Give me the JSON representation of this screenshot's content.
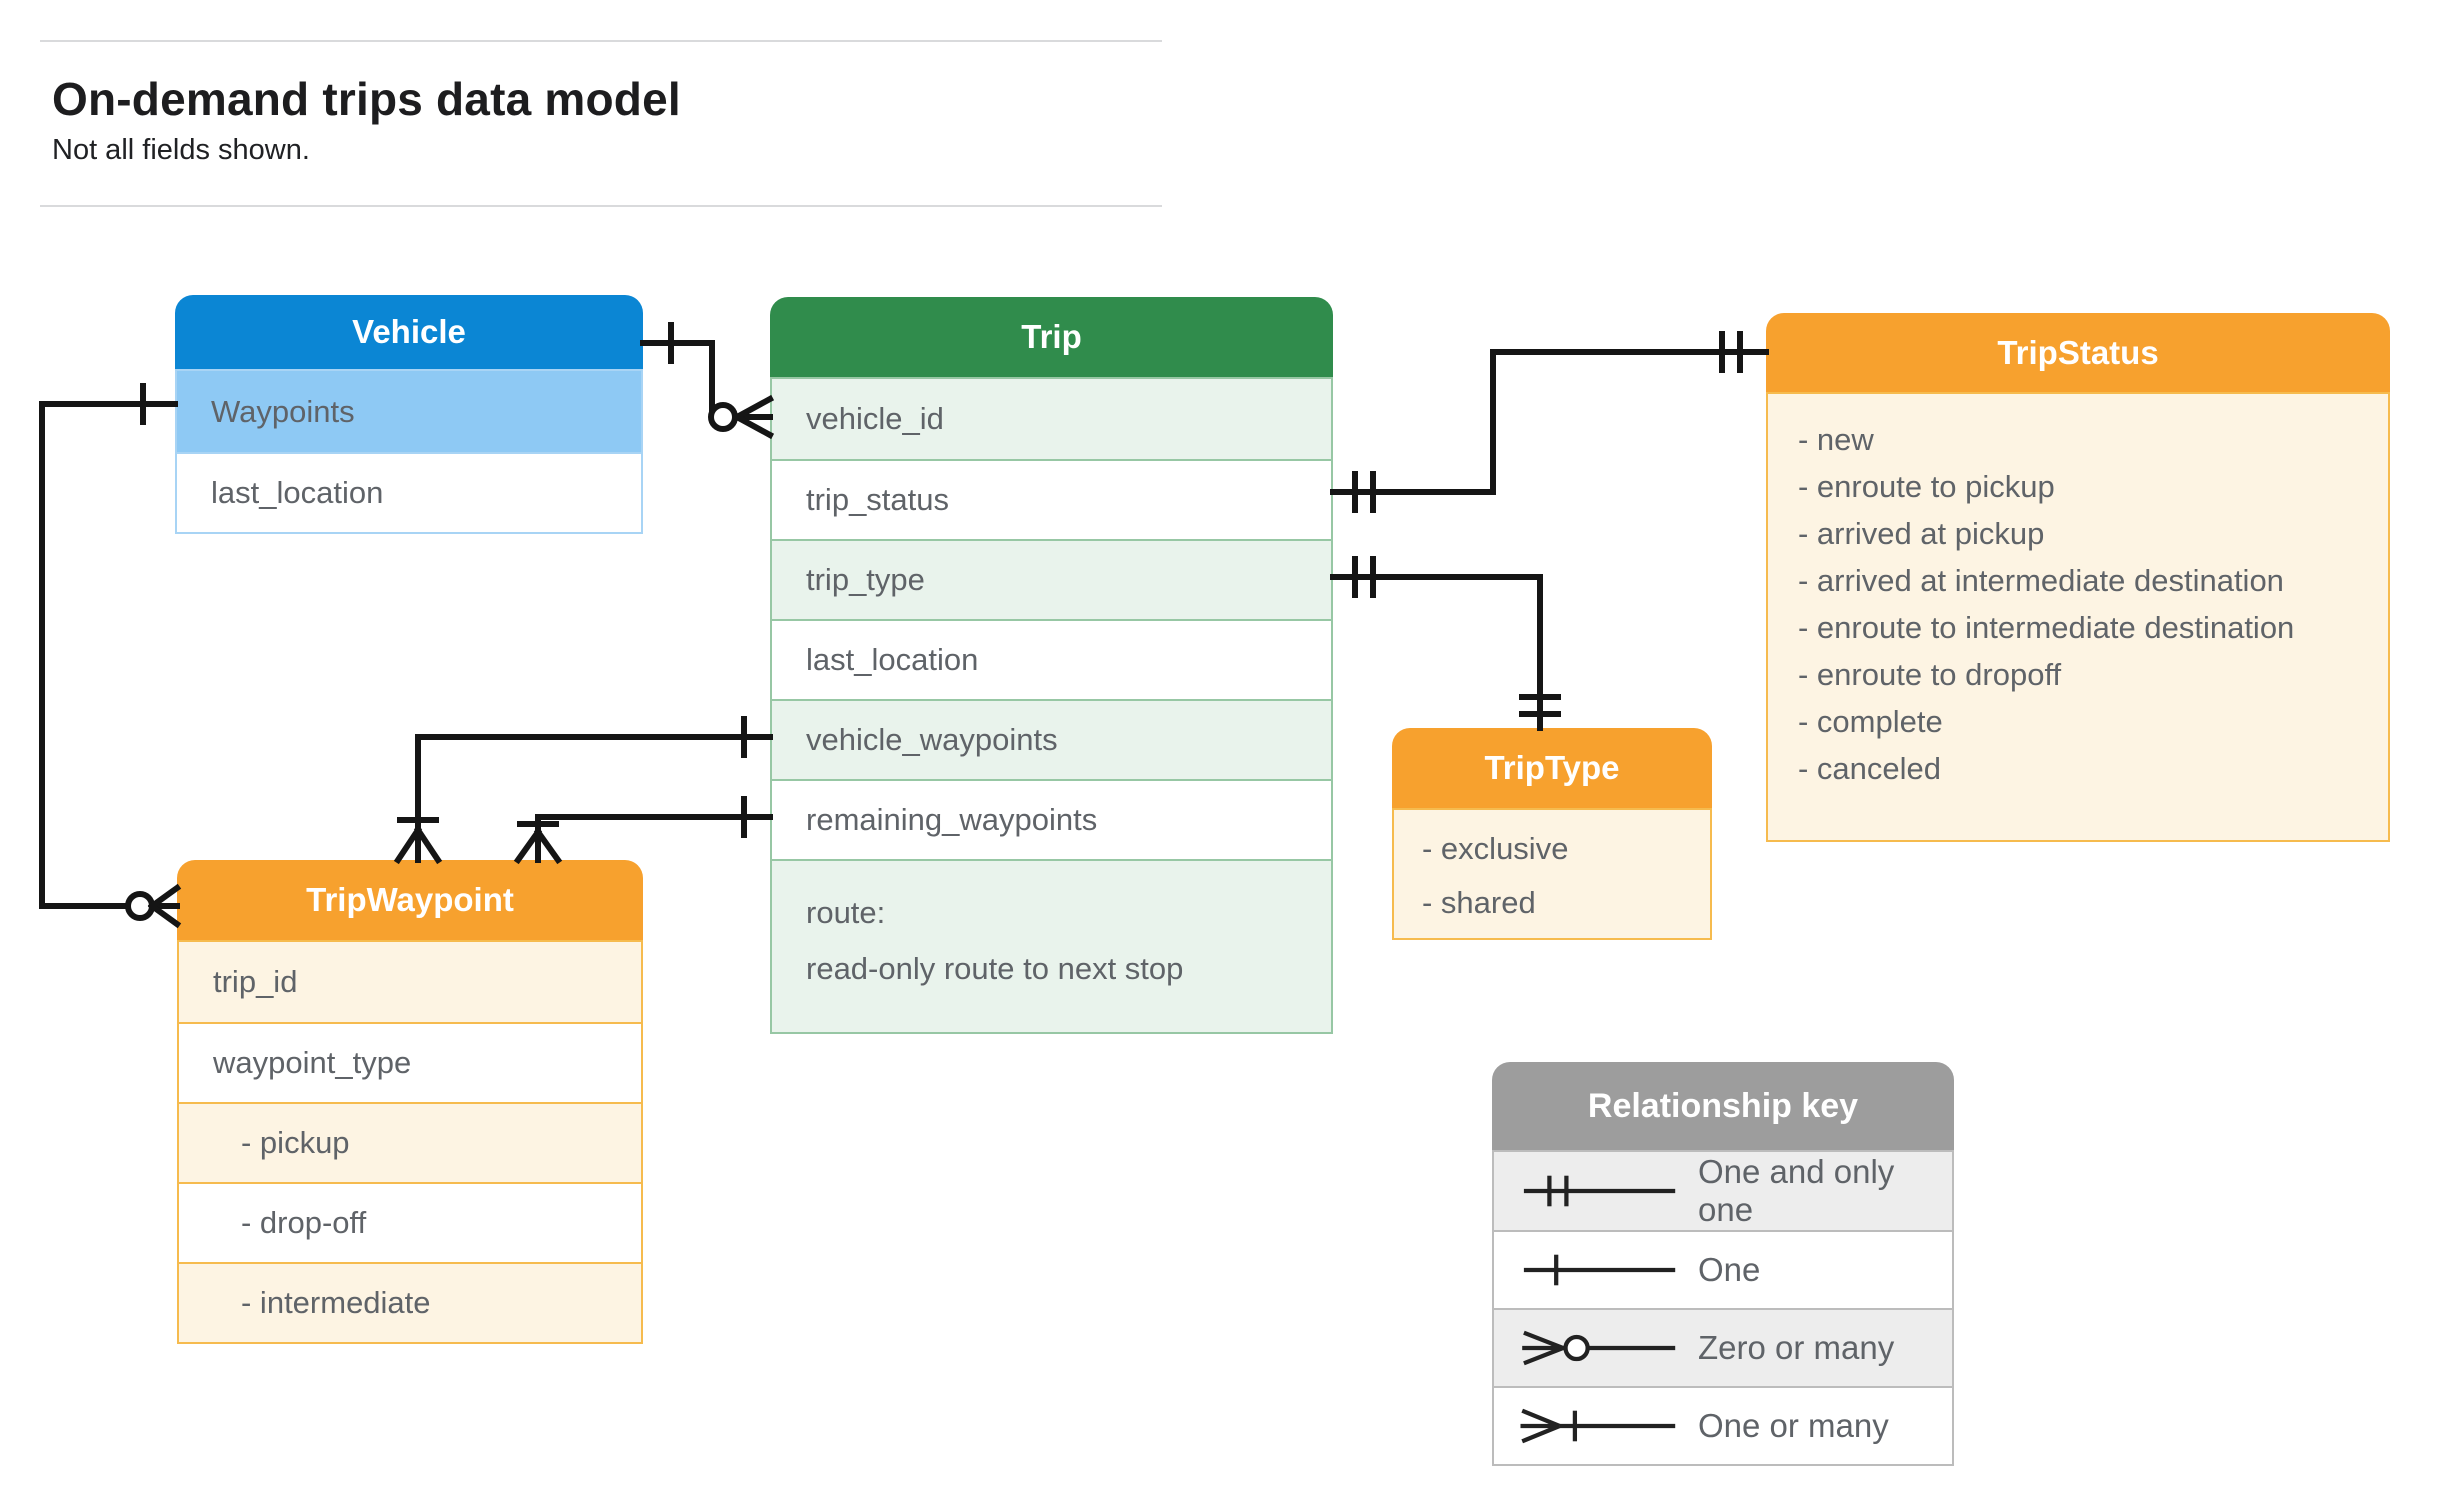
{
  "page": {
    "title": "On-demand trips data model",
    "subtitle": "Not all fields shown."
  },
  "tables": {
    "vehicle": {
      "title": "Vehicle",
      "rows": [
        {
          "label": "Waypoints"
        },
        {
          "label": "last_location"
        }
      ]
    },
    "trip": {
      "title": "Trip",
      "rows": [
        {
          "label": "vehicle_id"
        },
        {
          "label": "trip_status"
        },
        {
          "label": "trip_type"
        },
        {
          "label": "last_location"
        },
        {
          "label": "vehicle_waypoints"
        },
        {
          "label": "remaining_waypoints"
        },
        {
          "label": "route:",
          "sub": "read-only route to next stop"
        }
      ]
    },
    "trip_status": {
      "title": "TripStatus",
      "items": [
        "- new",
        "- enroute to pickup",
        "- arrived at pickup",
        "- arrived at intermediate destination",
        "- enroute to intermediate destination",
        "- enroute to dropoff",
        "- complete",
        "- canceled"
      ]
    },
    "trip_waypoint": {
      "title": "TripWaypoint",
      "rows": [
        {
          "label": "trip_id"
        },
        {
          "label": "waypoint_type"
        },
        {
          "label": "- pickup"
        },
        {
          "label": "- drop-off"
        },
        {
          "label": "- intermediate"
        }
      ]
    },
    "trip_type": {
      "title": "TripType",
      "items": [
        "- exclusive",
        "- shared"
      ]
    }
  },
  "legend": {
    "title": "Relationship key",
    "rows": [
      {
        "symbol": "one-and-only-one",
        "label": "One and only one"
      },
      {
        "symbol": "one",
        "label": "One"
      },
      {
        "symbol": "zero-or-many",
        "label": "Zero or many"
      },
      {
        "symbol": "one-or-many",
        "label": "One or many"
      }
    ]
  },
  "colors": {
    "c-blue": "#0b86d4",
    "c-blue-row": "#8ec9f4",
    "c-blue-border": "#a8d4f5",
    "c-green": "#308c4c",
    "c-green-row": "#e9f3ec",
    "c-green-border": "#97c7a4",
    "c-orange": "#f7a12e",
    "c-orange-row": "#fdf4e3",
    "c-orange-border": "#f6bb4e",
    "c-gray": "#9d9d9d",
    "c-gray-row": "#ededed",
    "c-gray-border": "#bcbcbc",
    "c-text": "#1d1d1f",
    "c-muted": "#5f6368",
    "c-line": "#151515",
    "c-rule": "#d9dadc"
  }
}
